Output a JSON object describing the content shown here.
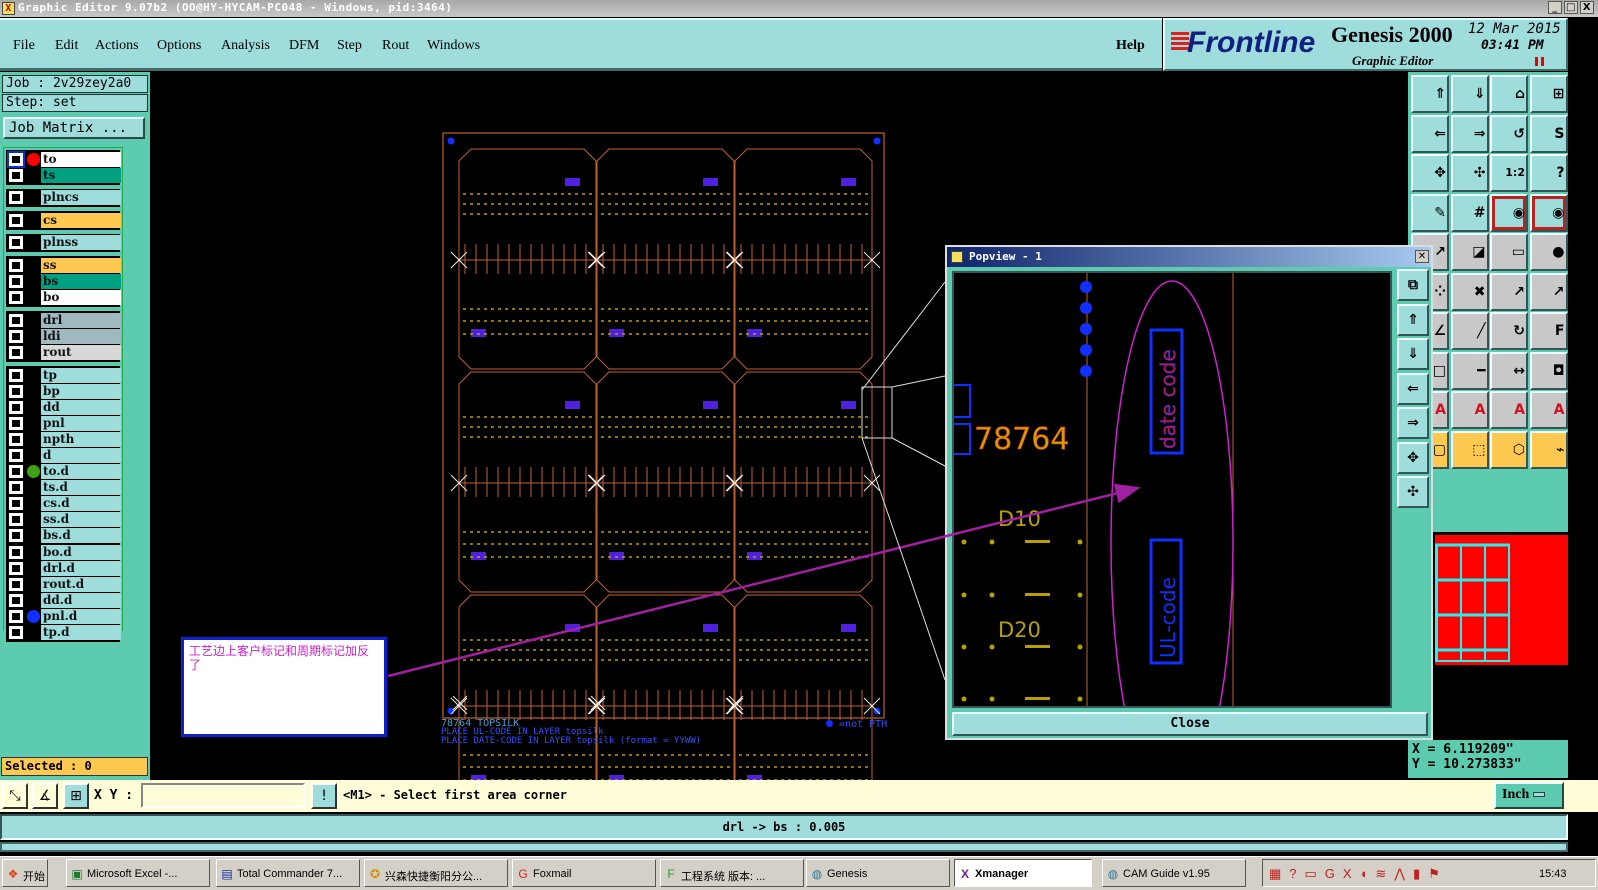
{
  "titlebar": {
    "title": "Graphic Editor 9.07b2 (OO@HY-HYCAM-PC048 - Windows, pid:3464)",
    "min": "_",
    "max": "□",
    "close": "X"
  },
  "menu": {
    "items": [
      "File",
      "Edit",
      "Actions",
      "Options",
      "Analysis",
      "DFM",
      "Step",
      "Rout",
      "Windows"
    ],
    "help": "Help"
  },
  "logo": {
    "brand": "Frontline",
    "product": "Genesis 2000",
    "subtitle": "Graphic Editor",
    "date": "12 Mar 2015",
    "time": "03:41 PM"
  },
  "job": {
    "job_label": "Job : 2v29zey2a0",
    "step_label": "Step: set",
    "job_matrix": "Job Matrix ..."
  },
  "layers": [
    {
      "group": [
        {
          "name": "to",
          "color": "#ffffff",
          "dot": "#ff0000",
          "active": true
        },
        {
          "name": "ts",
          "color": "#00a080"
        }
      ]
    },
    {
      "group": [
        {
          "name": "plncs",
          "color": "#9fdcdc"
        }
      ]
    },
    {
      "group": [
        {
          "name": "cs",
          "color": "#ffc850"
        }
      ]
    },
    {
      "group": [
        {
          "name": "plnss",
          "color": "#9fdcdc"
        }
      ]
    },
    {
      "group": [
        {
          "name": "ss",
          "color": "#ffc850"
        },
        {
          "name": "bs",
          "color": "#00a080"
        },
        {
          "name": "bo",
          "color": "#ffffff"
        }
      ]
    },
    {
      "group": [
        {
          "name": "drl",
          "color": "#a0b8c0"
        },
        {
          "name": "ldi",
          "color": "#a0b8c0"
        },
        {
          "name": "rout",
          "color": "#d8d8d8"
        }
      ]
    },
    {
      "group": [
        {
          "name": "tp",
          "color": "#9fdcdc"
        },
        {
          "name": "bp",
          "color": "#9fdcdc"
        },
        {
          "name": "dd",
          "color": "#9fdcdc"
        },
        {
          "name": "pnl",
          "color": "#9fdcdc"
        },
        {
          "name": "npth",
          "color": "#9fdcdc"
        },
        {
          "name": "d",
          "color": "#9fdcdc"
        },
        {
          "name": "to.d",
          "color": "#9fdcdc",
          "dot": "#40a010"
        },
        {
          "name": "ts.d",
          "color": "#9fdcdc"
        },
        {
          "name": "cs.d",
          "color": "#9fdcdc"
        },
        {
          "name": "ss.d",
          "color": "#9fdcdc"
        },
        {
          "name": "bs.d",
          "color": "#9fdcdc"
        },
        {
          "name": "bo.d",
          "color": "#9fdcdc"
        },
        {
          "name": "drl.d",
          "color": "#9fdcdc"
        },
        {
          "name": "rout.d",
          "color": "#9fdcdc"
        },
        {
          "name": "dd.d",
          "color": "#9fdcdc"
        },
        {
          "name": "pnl.d",
          "color": "#9fdcdc",
          "dot": "#1030ff"
        },
        {
          "name": "tp.d",
          "color": "#9fdcdc"
        }
      ]
    }
  ],
  "selected": "Selected : 0",
  "canvas": {
    "board_title": "78764   TOPSILK",
    "board_note1": "PLACE UL-CODE IN LAYER topsilk",
    "board_note2": "PLACE DATE-CODE IN LAYER topsilk (format = YYWW)",
    "npth_legend": "=not PTH",
    "annotation": "工艺边上客户标记和周期标记加反了"
  },
  "popview": {
    "title": "Popview - 1",
    "close_label": "Close",
    "part_number": "78764",
    "label_d10": "D10",
    "label_d20": "D20",
    "date_code": "date code",
    "ul_code": "UL-code",
    "tools": [
      "zoom-home",
      "move-up",
      "move-down",
      "move-left",
      "move-right",
      "zoom-out",
      "zoom-in"
    ]
  },
  "right_tools": [
    {
      "icon": "pan-up-icon",
      "glyph": "⇑",
      "style": "c"
    },
    {
      "icon": "pan-down-icon",
      "glyph": "⇓",
      "style": "c"
    },
    {
      "icon": "home-icon",
      "glyph": "⌂",
      "style": "c"
    },
    {
      "icon": "grid-xy-icon",
      "glyph": "⊞",
      "style": "c"
    },
    {
      "icon": "pan-left-icon",
      "glyph": "⇐",
      "style": "c"
    },
    {
      "icon": "pan-right-icon",
      "glyph": "⇒",
      "style": "c"
    },
    {
      "icon": "undo-view-icon",
      "glyph": "↺",
      "style": "c"
    },
    {
      "icon": "rout-path-icon",
      "glyph": "S",
      "style": "c"
    },
    {
      "icon": "zoom-out-icon",
      "glyph": "✥",
      "style": "c"
    },
    {
      "icon": "zoom-in-icon",
      "glyph": "✣",
      "style": "c"
    },
    {
      "icon": "scale-1-2-icon",
      "glyph": "1:2",
      "style": "c"
    },
    {
      "icon": "help-icon",
      "glyph": "?",
      "style": "c"
    },
    {
      "icon": "tools-palette-icon",
      "glyph": "✎",
      "style": "c"
    },
    {
      "icon": "grid-icon",
      "glyph": "#",
      "style": "c"
    },
    {
      "icon": "net-compare-icon",
      "glyph": "◉",
      "style": "r"
    },
    {
      "icon": "net-check-icon",
      "glyph": "◉",
      "style": "r"
    },
    {
      "icon": "select-icon",
      "glyph": "↗",
      "style": "g"
    },
    {
      "icon": "snap-icon",
      "glyph": "◪",
      "style": "g"
    },
    {
      "icon": "ruler-icon",
      "glyph": "▭",
      "style": "g"
    },
    {
      "icon": "pad-icon",
      "glyph": "●",
      "style": "g"
    },
    {
      "icon": "pads-icon",
      "glyph": "⁘",
      "style": "g"
    },
    {
      "icon": "delete-icon",
      "glyph": "✖",
      "style": "g"
    },
    {
      "icon": "move-pad-icon",
      "glyph": "↗",
      "style": "g"
    },
    {
      "icon": "copy-pad-icon",
      "glyph": "↗",
      "style": "g"
    },
    {
      "icon": "line-icon",
      "glyph": "∠",
      "style": "g"
    },
    {
      "icon": "add-line-icon",
      "glyph": "╱",
      "style": "g"
    },
    {
      "icon": "arc-icon",
      "glyph": "↻",
      "style": "g"
    },
    {
      "icon": "mirror-icon",
      "glyph": "F",
      "style": "g"
    },
    {
      "icon": "surface-icon",
      "glyph": "□",
      "style": "g"
    },
    {
      "icon": "split-line-icon",
      "glyph": "━",
      "style": "g"
    },
    {
      "icon": "dimension-icon",
      "glyph": "↔",
      "style": "g"
    },
    {
      "icon": "shapes-icon",
      "glyph": "◘",
      "style": "g"
    },
    {
      "icon": "text-icon",
      "glyph": "A",
      "style": "g"
    },
    {
      "icon": "text-outline-icon",
      "glyph": "A",
      "style": "g"
    },
    {
      "icon": "text-baseline-icon",
      "glyph": "A",
      "style": "g"
    },
    {
      "icon": "text-cross-icon",
      "glyph": "A",
      "style": "g"
    },
    {
      "icon": "select-area-icon",
      "glyph": "▢",
      "style": "o"
    },
    {
      "icon": "select-rect-icon",
      "glyph": "⬚",
      "style": "o"
    },
    {
      "icon": "select-poly-icon",
      "glyph": "⬡",
      "style": "o"
    },
    {
      "icon": "select-net-icon",
      "glyph": "⌁",
      "style": "o"
    }
  ],
  "coords": {
    "x": "X = 6.119209\"",
    "y": "Y = 10.273833\""
  },
  "bottom": {
    "xy_label": "X Y :",
    "xy_value": "",
    "prompt": "<M1> - Select first area corner",
    "unit": "Inch",
    "status": "drl -> bs : 0.005"
  },
  "taskbar": {
    "start": "开始",
    "tasks": [
      "Microsoft Excel -...",
      "Total Commander 7...",
      "兴森快捷衡阳分公...",
      "Foxmail",
      "工程系统    版本: ...",
      "Genesis",
      "Xmanager",
      "CAM Guide v1.95"
    ],
    "clock": "15:43"
  }
}
